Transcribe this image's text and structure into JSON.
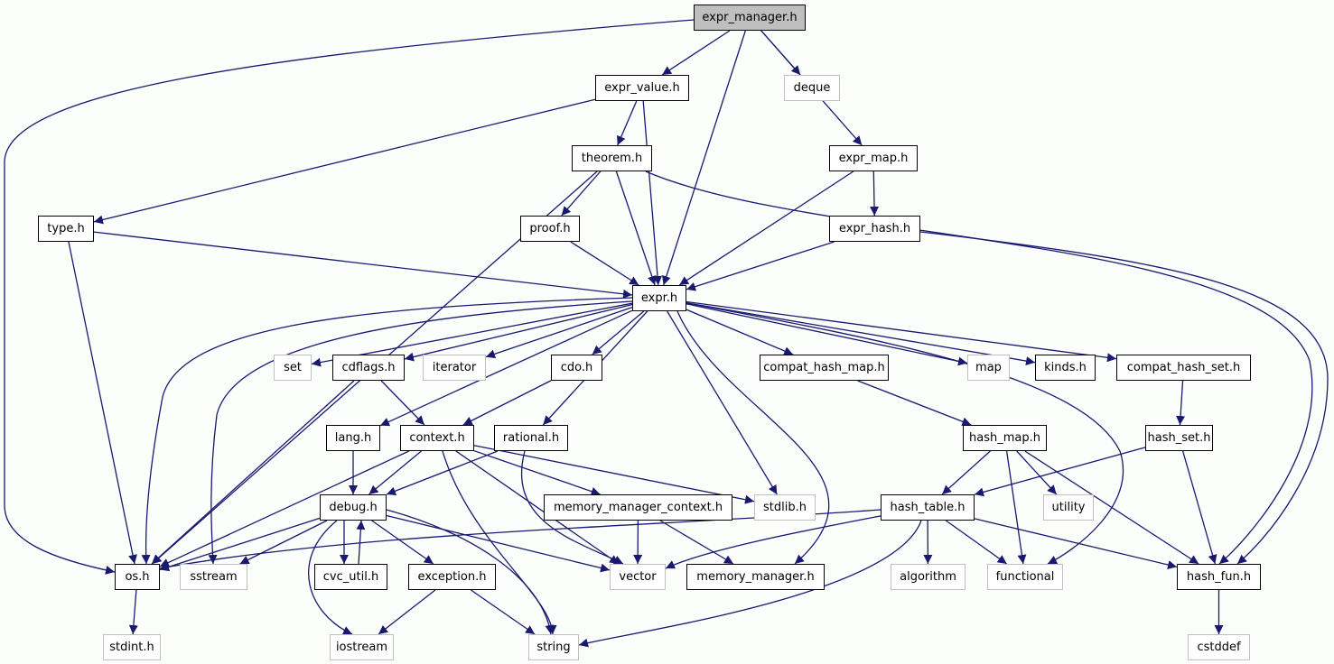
{
  "diagram": {
    "title": "expr_manager.h include dependency graph",
    "edge_color": "#191970",
    "root_fill": "#bfbfbf",
    "external_border": "#bfbfbf",
    "nodes": [
      {
        "id": "expr_manager",
        "label": "expr_manager.h",
        "kind": "root"
      },
      {
        "id": "expr_value",
        "label": "expr_value.h",
        "kind": "local"
      },
      {
        "id": "deque",
        "label": "deque",
        "kind": "external"
      },
      {
        "id": "theorem",
        "label": "theorem.h",
        "kind": "local"
      },
      {
        "id": "expr_map",
        "label": "expr_map.h",
        "kind": "local"
      },
      {
        "id": "type",
        "label": "type.h",
        "kind": "local"
      },
      {
        "id": "proof",
        "label": "proof.h",
        "kind": "local"
      },
      {
        "id": "expr_hash",
        "label": "expr_hash.h",
        "kind": "local"
      },
      {
        "id": "expr",
        "label": "expr.h",
        "kind": "local"
      },
      {
        "id": "set",
        "label": "set",
        "kind": "external"
      },
      {
        "id": "cdflags",
        "label": "cdflags.h",
        "kind": "local"
      },
      {
        "id": "iterator",
        "label": "iterator",
        "kind": "external"
      },
      {
        "id": "cdo",
        "label": "cdo.h",
        "kind": "local"
      },
      {
        "id": "compat_hash_map",
        "label": "compat_hash_map.h",
        "kind": "local"
      },
      {
        "id": "map",
        "label": "map",
        "kind": "external"
      },
      {
        "id": "kinds",
        "label": "kinds.h",
        "kind": "local"
      },
      {
        "id": "compat_hash_set",
        "label": "compat_hash_set.h",
        "kind": "local"
      },
      {
        "id": "lang",
        "label": "lang.h",
        "kind": "local"
      },
      {
        "id": "context",
        "label": "context.h",
        "kind": "local"
      },
      {
        "id": "rational",
        "label": "rational.h",
        "kind": "local"
      },
      {
        "id": "hash_map",
        "label": "hash_map.h",
        "kind": "local"
      },
      {
        "id": "hash_set",
        "label": "hash_set.h",
        "kind": "local"
      },
      {
        "id": "debug",
        "label": "debug.h",
        "kind": "local"
      },
      {
        "id": "memory_manager_context",
        "label": "memory_manager_context.h",
        "kind": "local"
      },
      {
        "id": "stdlib",
        "label": "stdlib.h",
        "kind": "external"
      },
      {
        "id": "utility",
        "label": "utility",
        "kind": "external"
      },
      {
        "id": "hash_table",
        "label": "hash_table.h",
        "kind": "local"
      },
      {
        "id": "os",
        "label": "os.h",
        "kind": "local"
      },
      {
        "id": "sstream",
        "label": "sstream",
        "kind": "external"
      },
      {
        "id": "cvc_util",
        "label": "cvc_util.h",
        "kind": "local"
      },
      {
        "id": "exception",
        "label": "exception.h",
        "kind": "local"
      },
      {
        "id": "vector",
        "label": "vector",
        "kind": "external"
      },
      {
        "id": "memory_manager",
        "label": "memory_manager.h",
        "kind": "local"
      },
      {
        "id": "algorithm",
        "label": "algorithm",
        "kind": "external"
      },
      {
        "id": "functional",
        "label": "functional",
        "kind": "external"
      },
      {
        "id": "hash_fun",
        "label": "hash_fun.h",
        "kind": "local"
      },
      {
        "id": "stdint",
        "label": "stdint.h",
        "kind": "external"
      },
      {
        "id": "iostream",
        "label": "iostream",
        "kind": "external"
      },
      {
        "id": "string",
        "label": "string",
        "kind": "external"
      },
      {
        "id": "cstddef",
        "label": "cstddef",
        "kind": "external"
      }
    ],
    "edges": [
      [
        "expr_manager",
        "os"
      ],
      [
        "expr_manager",
        "expr_value"
      ],
      [
        "expr_manager",
        "expr"
      ],
      [
        "expr_manager",
        "deque"
      ],
      [
        "expr_manager",
        "expr_map"
      ],
      [
        "expr_value",
        "type"
      ],
      [
        "expr_value",
        "theorem"
      ],
      [
        "expr_value",
        "expr"
      ],
      [
        "theorem",
        "os"
      ],
      [
        "theorem",
        "proof"
      ],
      [
        "theorem",
        "expr"
      ],
      [
        "theorem",
        "hash_fun"
      ],
      [
        "expr_map",
        "expr"
      ],
      [
        "expr_map",
        "expr_hash"
      ],
      [
        "type",
        "expr"
      ],
      [
        "type",
        "os"
      ],
      [
        "proof",
        "expr"
      ],
      [
        "expr_hash",
        "expr"
      ],
      [
        "expr_hash",
        "hash_fun"
      ],
      [
        "expr",
        "os"
      ],
      [
        "expr",
        "sstream"
      ],
      [
        "expr",
        "set"
      ],
      [
        "expr",
        "cdflags"
      ],
      [
        "expr",
        "iterator"
      ],
      [
        "expr",
        "lang"
      ],
      [
        "expr",
        "cdo"
      ],
      [
        "expr",
        "rational"
      ],
      [
        "expr",
        "stdlib"
      ],
      [
        "expr",
        "memory_manager"
      ],
      [
        "expr",
        "compat_hash_map"
      ],
      [
        "expr",
        "functional"
      ],
      [
        "expr",
        "map"
      ],
      [
        "expr",
        "kinds"
      ],
      [
        "expr",
        "compat_hash_set"
      ],
      [
        "cdflags",
        "os"
      ],
      [
        "cdflags",
        "context"
      ],
      [
        "cdo",
        "context"
      ],
      [
        "compat_hash_map",
        "hash_map"
      ],
      [
        "compat_hash_set",
        "hash_set"
      ],
      [
        "lang",
        "debug"
      ],
      [
        "context",
        "debug"
      ],
      [
        "context",
        "os"
      ],
      [
        "context",
        "memory_manager_context"
      ],
      [
        "context",
        "stdlib"
      ],
      [
        "context",
        "vector"
      ],
      [
        "context",
        "string"
      ],
      [
        "rational",
        "debug"
      ],
      [
        "rational",
        "vector"
      ],
      [
        "hash_map",
        "hash_table"
      ],
      [
        "hash_map",
        "utility"
      ],
      [
        "hash_map",
        "functional"
      ],
      [
        "hash_map",
        "hash_fun"
      ],
      [
        "hash_set",
        "hash_table"
      ],
      [
        "hash_set",
        "hash_fun"
      ],
      [
        "debug",
        "os"
      ],
      [
        "debug",
        "sstream"
      ],
      [
        "debug",
        "cvc_util"
      ],
      [
        "debug",
        "iostream"
      ],
      [
        "debug",
        "exception"
      ],
      [
        "debug",
        "vector"
      ],
      [
        "debug",
        "string"
      ],
      [
        "cvc_util",
        "debug"
      ],
      [
        "memory_manager_context",
        "vector"
      ],
      [
        "memory_manager_context",
        "memory_manager"
      ],
      [
        "hash_table",
        "os"
      ],
      [
        "hash_table",
        "vector"
      ],
      [
        "hash_table",
        "string"
      ],
      [
        "hash_table",
        "algorithm"
      ],
      [
        "hash_table",
        "functional"
      ],
      [
        "hash_table",
        "hash_fun"
      ],
      [
        "exception",
        "iostream"
      ],
      [
        "exception",
        "string"
      ],
      [
        "os",
        "stdint"
      ],
      [
        "hash_fun",
        "cstddef"
      ]
    ]
  }
}
